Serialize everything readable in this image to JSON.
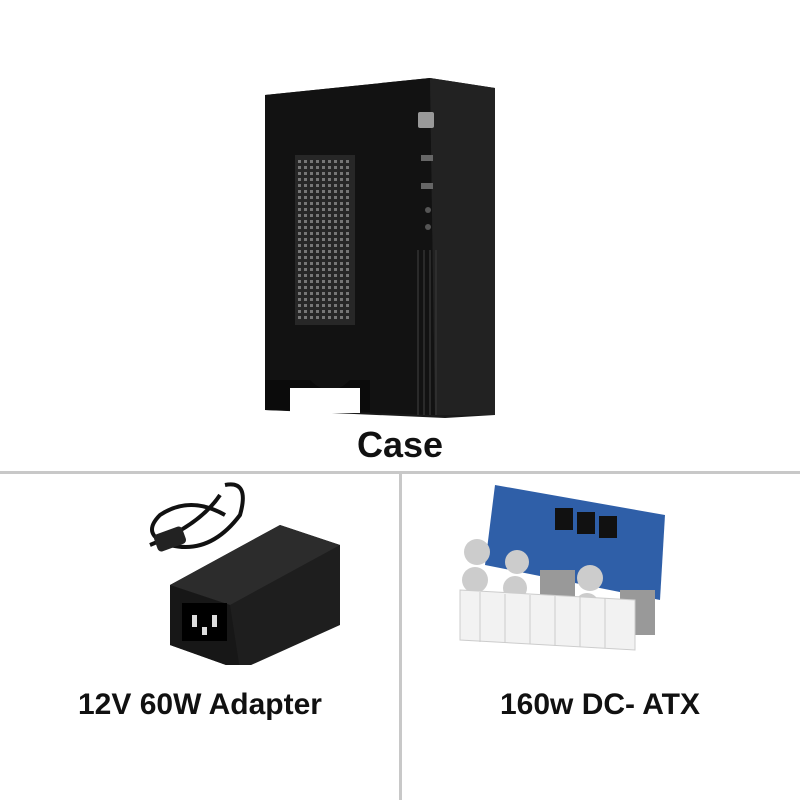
{
  "products": [
    {
      "label": "Case",
      "icon": "pc-case-image"
    },
    {
      "label": "12V 60W Adapter",
      "icon": "power-adapter-image"
    },
    {
      "label": "160w DC- ATX",
      "icon": "dc-atx-board-image"
    }
  ],
  "colors": {
    "divider": "#c8c8c8",
    "pcb": "#2f5fa8",
    "case": "#141414"
  }
}
